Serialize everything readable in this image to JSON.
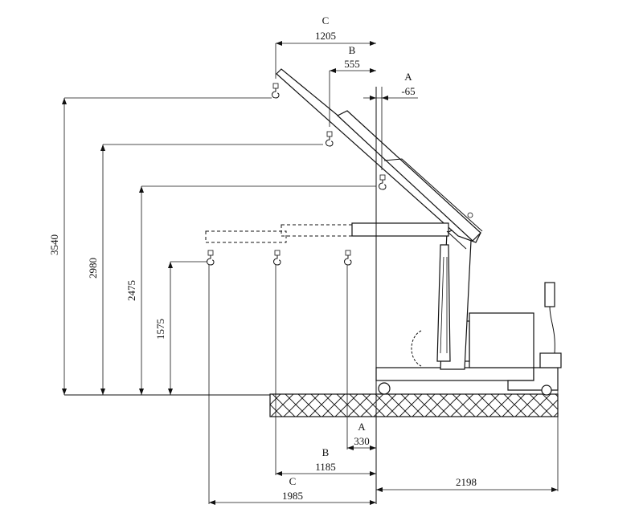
{
  "dimensions": {
    "top_C_letter": "C",
    "top_C_value": "1205",
    "top_B_letter": "B",
    "top_B_value": "555",
    "top_A_letter": "A",
    "top_A_value": "-65",
    "h_3540": "3540",
    "h_2980": "2980",
    "h_2475": "2475",
    "h_1575": "1575",
    "bot_A_letter": "A",
    "bot_A_value": "330",
    "bot_B_letter": "B",
    "bot_B_value": "1185",
    "bot_C_letter": "C",
    "bot_C_value": "1985",
    "base_length": "2198"
  }
}
